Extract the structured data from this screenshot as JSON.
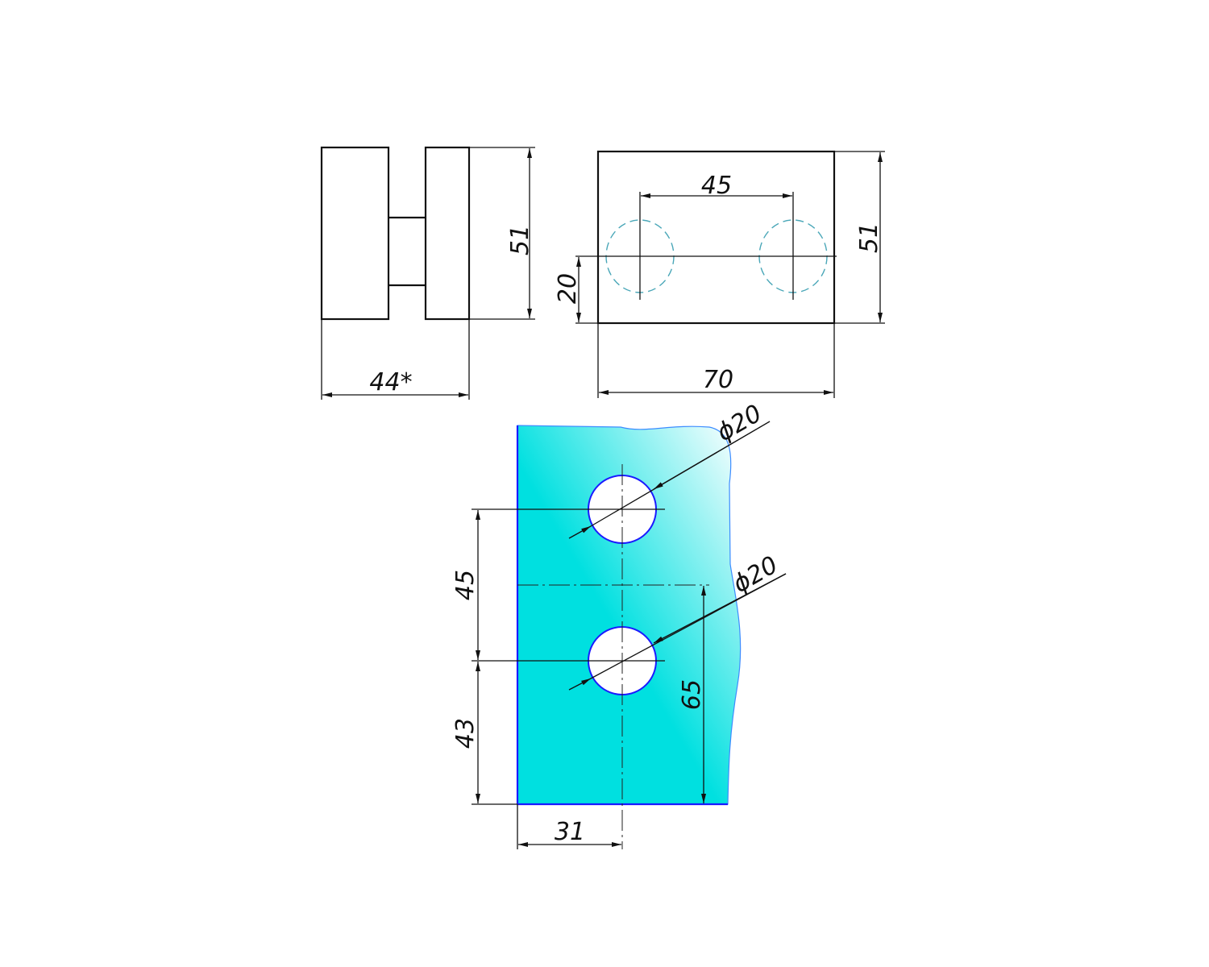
{
  "side_view": {
    "height_label": "51",
    "width_label": "44*"
  },
  "front_view": {
    "hole_spacing_label": "45",
    "height_label": "51",
    "hole_height_label": "20",
    "width_label": "70"
  },
  "glass_view": {
    "hole1_diameter_label": "ϕ20",
    "hole2_diameter_label": "ϕ20",
    "hole_spacing_label": "45",
    "bottom_hole_label": "43",
    "plate_height_label": "65",
    "edge_offset_label": "31"
  },
  "colors": {
    "glass": "#00e0e0",
    "glass_edge": "#1a1aff",
    "hidden_line": "#4aa7b8"
  }
}
